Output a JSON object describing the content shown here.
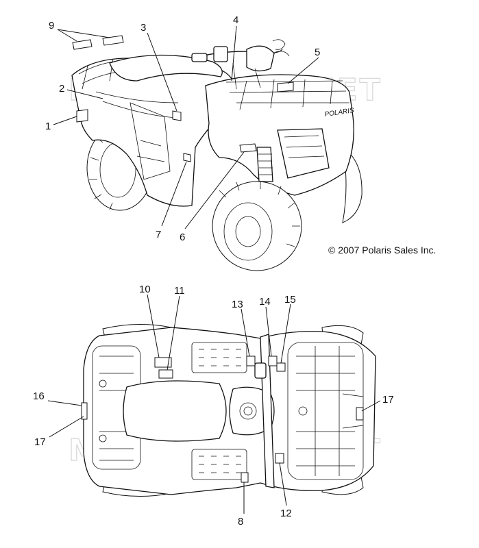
{
  "copyright": "© 2007 Polaris Sales Inc.",
  "watermark": "MOTOSPORT.NET",
  "brand_mark": "POLARIS",
  "callouts": [
    "1",
    "2",
    "3",
    "4",
    "5",
    "6",
    "7",
    "8",
    "9",
    "10",
    "11",
    "12",
    "13",
    "14",
    "15",
    "16",
    "17"
  ],
  "colors": {
    "line": "#111111",
    "background": "#ffffff",
    "watermark": "#d6d6d6"
  }
}
